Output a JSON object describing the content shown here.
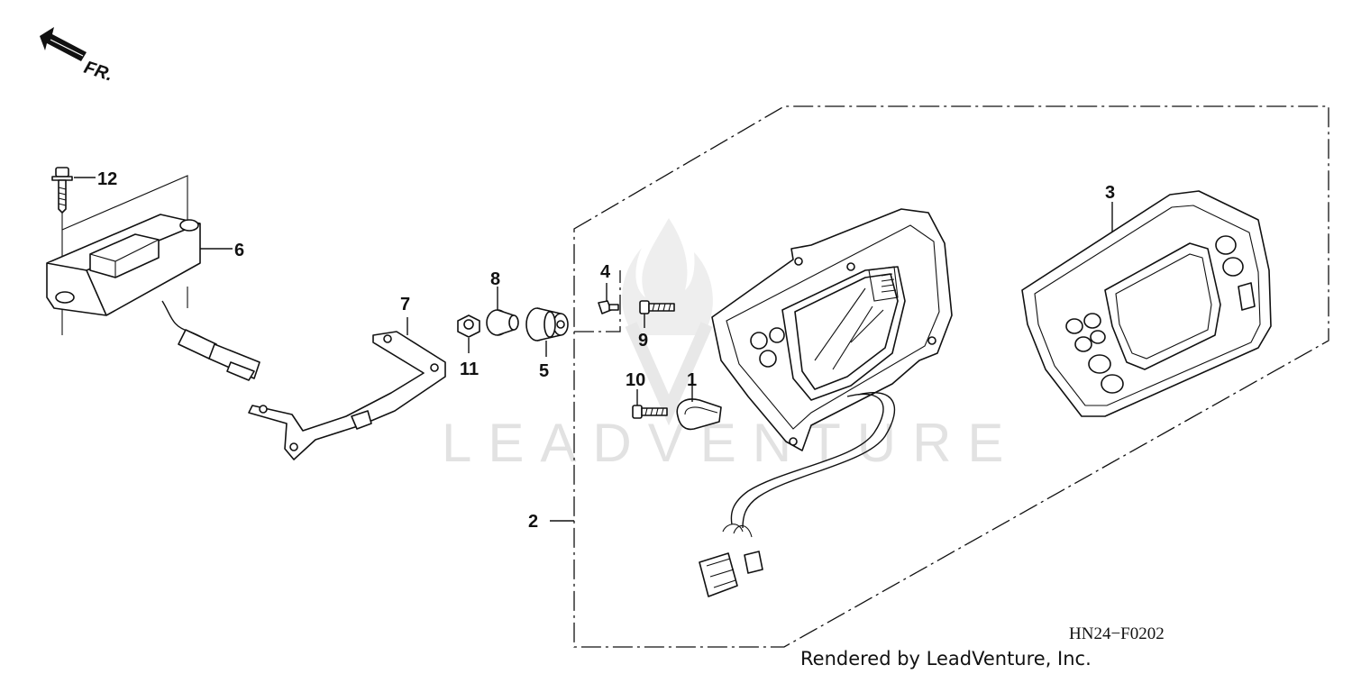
{
  "diagram": {
    "direction_label": "FR.",
    "diagram_code": "HN24−F0202",
    "credit": "Rendered by LeadVenture, Inc.",
    "watermark": "LEADVENTURE",
    "callouts": [
      "1",
      "2",
      "3",
      "4",
      "5",
      "6",
      "7",
      "8",
      "9",
      "10",
      "11",
      "12"
    ]
  }
}
